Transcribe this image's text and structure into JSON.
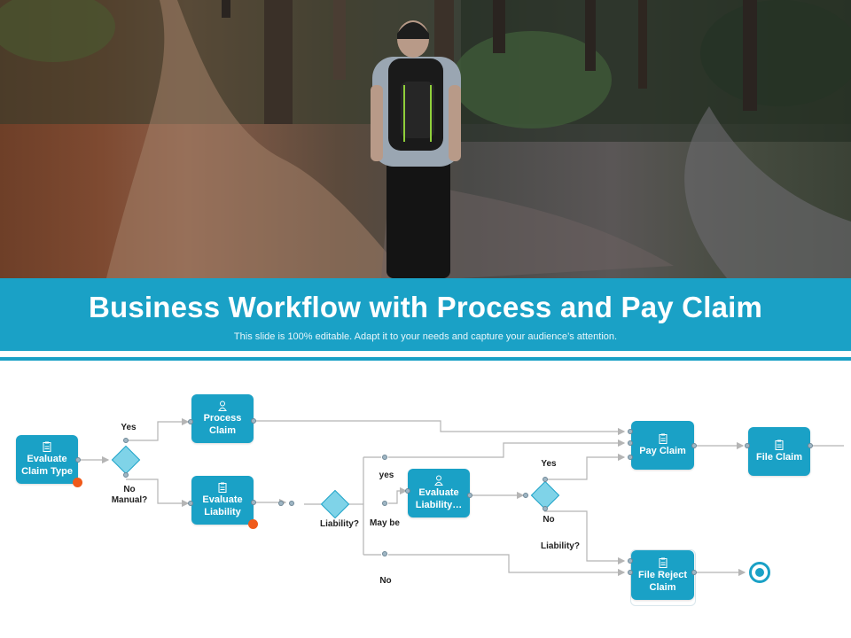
{
  "slide": {
    "title": "Business Workflow with Process and Pay Claim",
    "subtitle": "This slide is 100% editable. Adapt it to your needs and capture your audience’s attention."
  },
  "workflow": {
    "nodes": {
      "evaluate_claim_type": "Evaluate Claim Type",
      "process_claim": "Process Claim",
      "evaluate_liability": "Evaluate Liability",
      "evaluate_liability_2": "Evaluate Liability…",
      "pay_claim": "Pay Claim",
      "file_claim": "File Claim",
      "file_reject_claim": "File Reject Claim"
    },
    "labels": {
      "yes_upper": "Yes",
      "no_manual": "No Manual?",
      "liability_q": "Liability?",
      "yes_lower": "yes",
      "maybe": "May be",
      "no_branch": "No",
      "yes_right": "Yes",
      "no_right": "No",
      "liability_q_right": "Liability?"
    },
    "colors": {
      "node": "#1aa1c6",
      "connector": "#b5b5b5",
      "marker": "#f05a1a"
    }
  }
}
